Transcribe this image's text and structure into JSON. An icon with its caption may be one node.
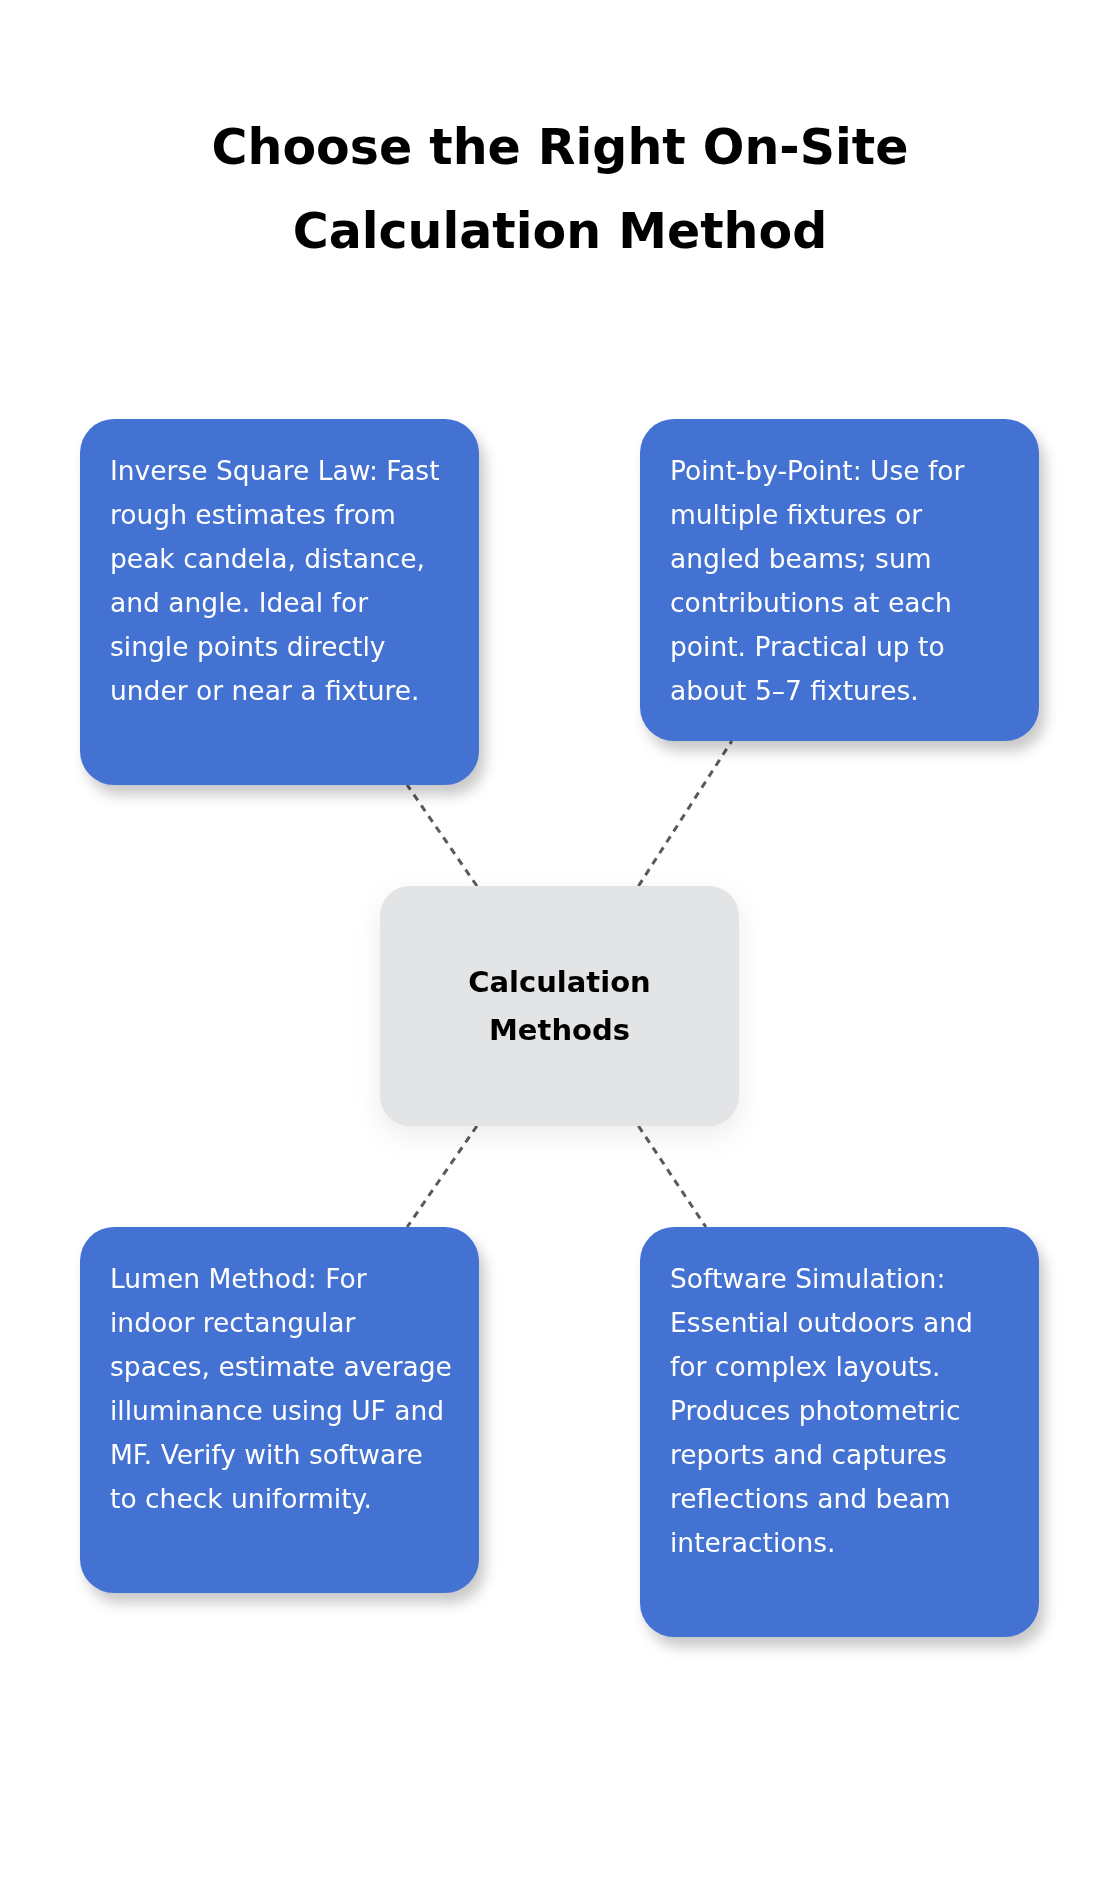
{
  "diagram": {
    "title": "Choose the Right On-Site Calculation Method",
    "nodes": [
      {
        "text": [
          "Inverse Square Law: Fast rough estimates from peak candela, distance, and angle. Ideal for single points directly under or near a fixture."
        ]
      },
      {
        "text": [
          "Point-by-Point: Use for multiple fixtures or angled beams; sum contributions at each point. Practical up to about 5–7 fixtures."
        ]
      },
      {
        "text": [
          "Calculation Methods"
        ]
      },
      {
        "text": [
          "Lumen Method: For indoor rectangular spaces, estimate average illuminance using UF and MF. Verify with software to check uniformity."
        ]
      },
      {
        "text": [
          "Software Simulation: Essential outdoors and for complex layouts. Produces photometric reports and captures reflections and beam interactions."
        ]
      }
    ],
    "edges": [
      {
        "from": 2,
        "to": 0,
        "arrow": "none",
        "style": "dashed"
      },
      {
        "from": 2,
        "to": 1,
        "arrow": "none",
        "style": "dashed"
      },
      {
        "from": 2,
        "to": 3,
        "arrow": "none",
        "style": "dashed"
      },
      {
        "from": 2,
        "to": 4,
        "arrow": "none",
        "style": "dashed"
      }
    ]
  }
}
